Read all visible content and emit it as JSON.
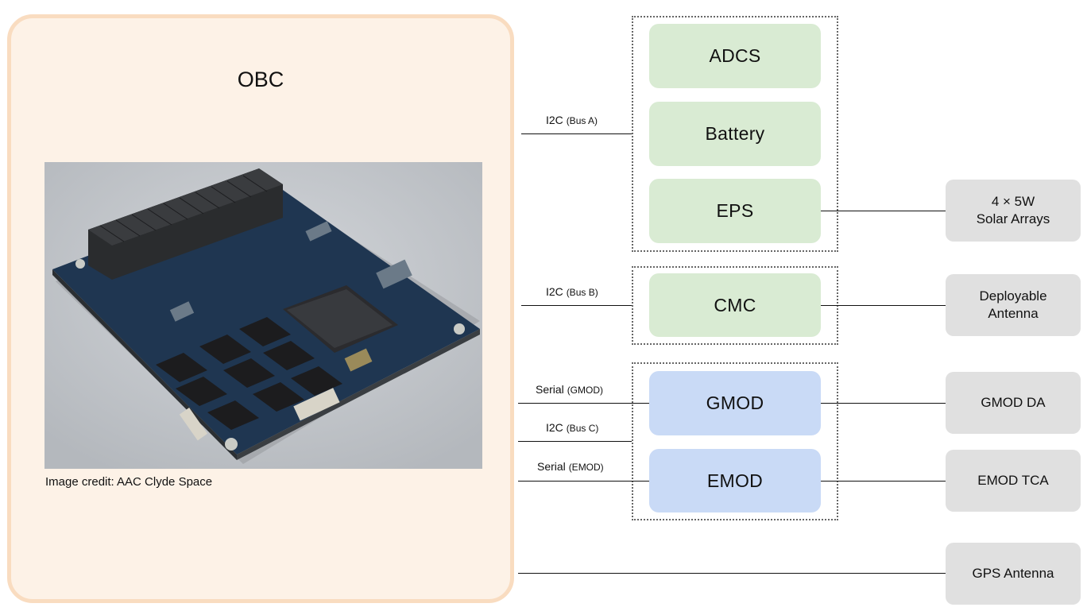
{
  "obc": {
    "title": "OBC",
    "image_credit": "Image credit: AAC Clyde Space"
  },
  "modules": {
    "adcs": "ADCS",
    "battery": "Battery",
    "eps": "EPS",
    "cmc": "CMC",
    "gmod": "GMOD",
    "emod": "EMOD"
  },
  "external": {
    "solar_line1": "4 × 5W",
    "solar_line2": "Solar Arrays",
    "antenna_line1": "Deployable",
    "antenna_line2": "Antenna",
    "gmod_da": "GMOD DA",
    "emod_tca": "EMOD TCA",
    "gps": "GPS Antenna"
  },
  "links": {
    "bus_a_main": "I2C",
    "bus_a_sub": "(Bus A)",
    "bus_b_main": "I2C",
    "bus_b_sub": "(Bus B)",
    "serial_gmod_main": "Serial",
    "serial_gmod_sub": "(GMOD)",
    "bus_c_main": "I2C",
    "bus_c_sub": "(Bus C)",
    "serial_emod_main": "Serial",
    "serial_emod_sub": "(EMOD)"
  },
  "colors": {
    "obc_fill": "#fdf2e7",
    "obc_border": "#f9dcc0",
    "i2c_module": "#d9ebd3",
    "serial_module": "#c9daf6",
    "external": "#e0e0e0"
  }
}
